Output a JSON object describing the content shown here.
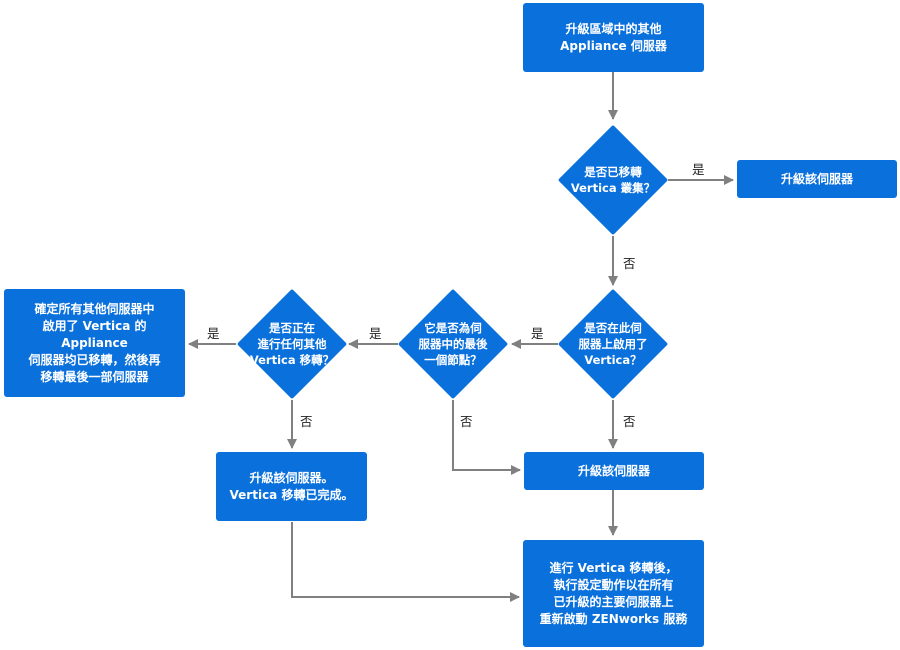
{
  "nodes": {
    "upgrade_other": "升級區域中的其他\nAppliance 伺服器",
    "q_migrated": "是否已移轉\nVertica 叢集？",
    "upgrade_server_top": "升級該伺服器",
    "q_enabled": "是否在此伺\n服器上啟用了\nVertica？",
    "q_last_node": "它是否為伺\n服器中的最後\n一個節點？",
    "q_other_migration": "是否正在\n進行任何其他\nVertica 移轉？",
    "ensure_all": "確定所有其他伺服器中\n啟用了 Vertica 的 Appliance\n伺服器均已移轉，然後再\n移轉最後一部伺服器",
    "upgrade_complete": "升級該伺服器。\nVertica 移轉已完成。",
    "upgrade_server_mid": "升級該伺服器",
    "restart": "進行 Vertica 移轉後，\n執行設定動作以在所有\n已升級的主要伺服器上\n重新啟動 ZENworks 服務"
  },
  "labels": {
    "yes": "是",
    "no": "否"
  },
  "colors": {
    "node_fill": "#0a70dc",
    "connector": "#808080"
  }
}
